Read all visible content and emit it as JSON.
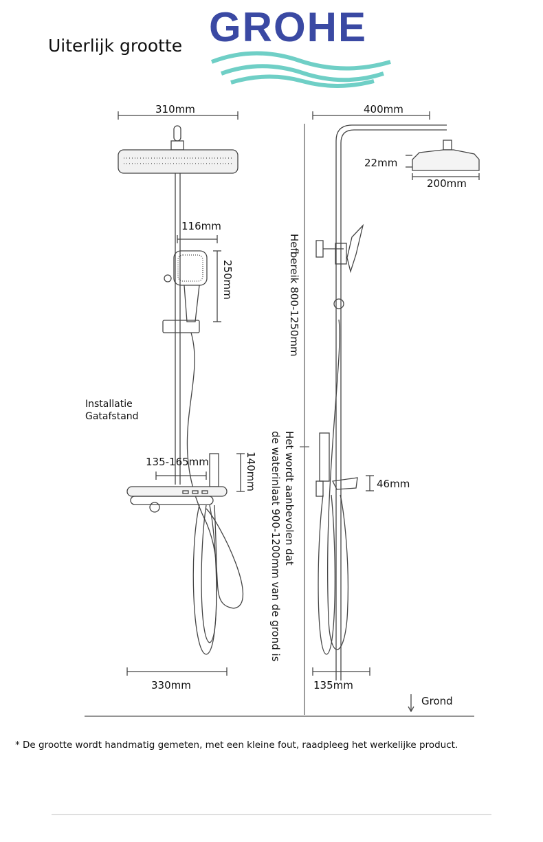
{
  "header": {
    "title": "Uiterlijk grootte",
    "brand": "GROHE"
  },
  "colors": {
    "brand_blue": "#3a49a3",
    "wave_teal": "#6fcfc6",
    "line": "#555555"
  },
  "left_view": {
    "head_width": "310mm",
    "handshower_offset": "116mm",
    "handshower_length": "250mm",
    "install_label_1": "Installatie",
    "install_label_2": "Gatafstand",
    "inlet_spacing": "135-165mm",
    "mixer_height": "140mm",
    "shelf_width": "330mm"
  },
  "center": {
    "lift_range": "Hefbereik 800-1250mm",
    "recommend_1": "Het wordt aanbevolen dat",
    "recommend_2": "de waterinlaat 900-1200mm van de grond is"
  },
  "right_view": {
    "arm_reach": "400mm",
    "head_thickness": "22mm",
    "head_diameter": "200mm",
    "soap_dish_height": "46mm",
    "wall_distance": "135mm",
    "ground": "Grond"
  },
  "footnote": "* De grootte wordt handmatig gemeten, met een kleine fout, raadpleeg het werkelijke product."
}
